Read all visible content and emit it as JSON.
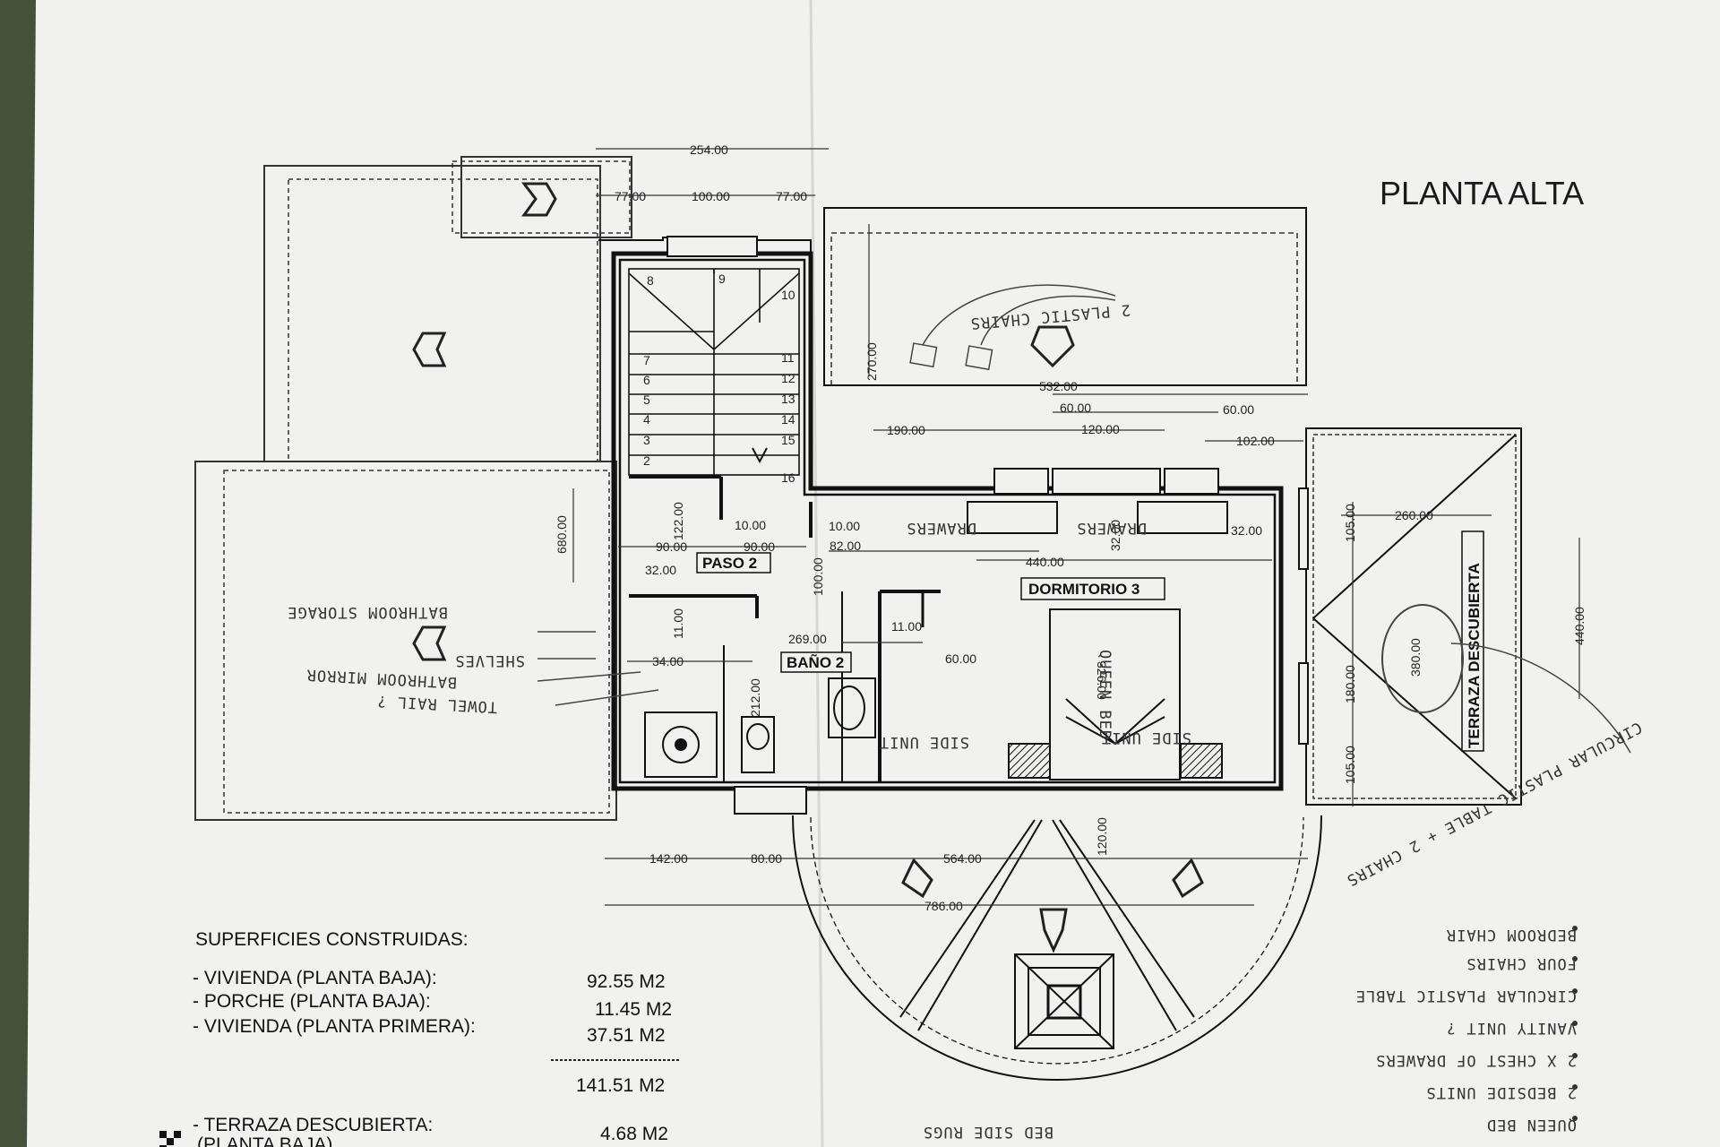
{
  "plan": {
    "title": "PLANTA ALTA",
    "rooms": {
      "paso": "PASO 2",
      "bano": "BAÑO 2",
      "dormitorio": "DORMITORIO 3",
      "terraza": "TERRAZA DESCUBIERTA"
    },
    "stair_numbers": [
      "2",
      "3",
      "4",
      "5",
      "6",
      "7",
      "8",
      "9",
      "10",
      "11",
      "12",
      "13",
      "14",
      "15",
      "16"
    ],
    "dimensions": {
      "d254": "254.00",
      "d77a": "77.00",
      "d100": "100.00",
      "d77b": "77.00",
      "d270": "270.00",
      "d532": "532.00",
      "d60a": "60.00",
      "d60b": "60.00",
      "d190": "190.00",
      "d120": "120.00",
      "d102": "102.00",
      "d680": "680.00",
      "d122": "122.00",
      "d10a": "10.00",
      "d90a": "90.00",
      "d90b": "90.00",
      "d10b": "10.00",
      "d82": "82.00",
      "d32a": "32.00",
      "d100b": "100.00",
      "d440a": "440.00",
      "d32b": "32.00",
      "d32c": "32.00",
      "d105a": "105.00",
      "d260": "260.00",
      "d440b": "440.00",
      "d11a": "11.00",
      "d269": "269.00",
      "d11b": "11.00",
      "d34": "34.00",
      "d60c": "60.00",
      "d212": "212.00",
      "d326": "326.00",
      "d180": "180.00",
      "d380": "380.00",
      "d105b": "105.00",
      "d142": "142.00",
      "d80": "80.00",
      "d564": "564.00",
      "d786": "786.00",
      "d120b": "120.00"
    },
    "furniture_labels": {
      "drawers_a": "DRAWERS",
      "drawers_b": "DRAWERS",
      "side_unit_a": "SIDE UNIT",
      "side_unit_b": "SIDE UNIT",
      "queen_bed": "QUEEN BED"
    }
  },
  "handwritten_notes": {
    "plastic_chairs": "2 PLASTIC CHAIRS",
    "bathroom_storage": "BATHROOM STORAGE",
    "shelves": "SHELVES",
    "mirror": "BATHROOM MIRROR",
    "towel_rail": "TOWEL RAIL ?",
    "circular_table": "CIRCULAR PLASTIC TABLE + 2 CHAIRS",
    "bedside_rugs": "BED SIDE RUGS",
    "list": [
      "QUEEN BED",
      "2 BEDSIDE UNITS",
      "2 X CHEST OF DRAWERS",
      "VANITY UNIT ?",
      "CIRCULAR PLASTIC TABLE",
      "FOUR CHAIRS",
      "BEDROOM CHAIR"
    ]
  },
  "areas": {
    "heading": "SUPERFICIES CONSTRUIDAS:",
    "rows": [
      {
        "label": "- VIVIENDA (PLANTA BAJA):",
        "value": "92.55 M2"
      },
      {
        "label": "- PORCHE (PLANTA BAJA):",
        "value": "11.45 M2"
      },
      {
        "label": "- VIVIENDA (PLANTA PRIMERA):",
        "value": "37.51 M2"
      }
    ],
    "total": "141.51 M2",
    "extra_label": "- TERRAZA DESCUBIERTA:",
    "extra_sub": "(PLANTA BAJA)",
    "extra_value": "4.68 M2"
  }
}
